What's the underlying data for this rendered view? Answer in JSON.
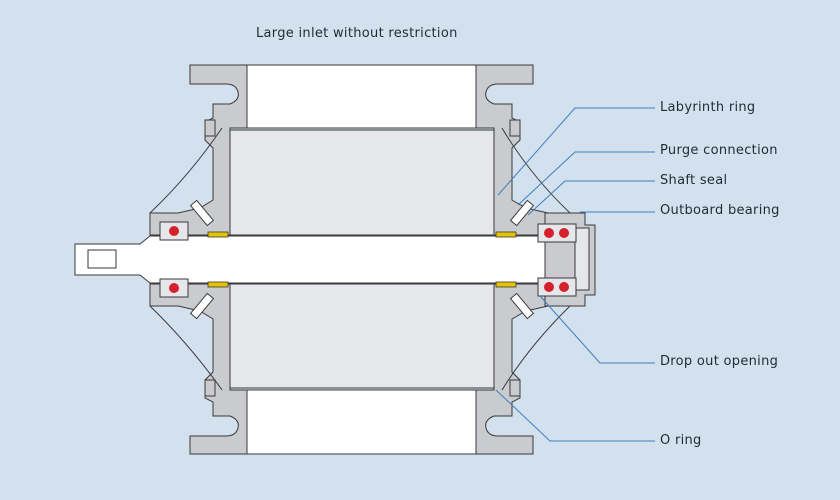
{
  "title": "Large inlet without restriction",
  "callouts": {
    "labyrinth_ring": "Labyrinth ring",
    "purge_connection": "Purge connection",
    "shaft_seal": "Shaft seal",
    "outboard_bearing": "Outboard bearing",
    "drop_out_opening": "Drop out opening",
    "o_ring": "O ring"
  },
  "colors": {
    "background": "#d3e1ef",
    "housing": "#c9cbce",
    "rotor": "#e5e7ea",
    "outline": "#3a3a3a",
    "leader": "#3d7fbf",
    "bearing_ball": "#d4212b",
    "seal": "#e6c300"
  }
}
